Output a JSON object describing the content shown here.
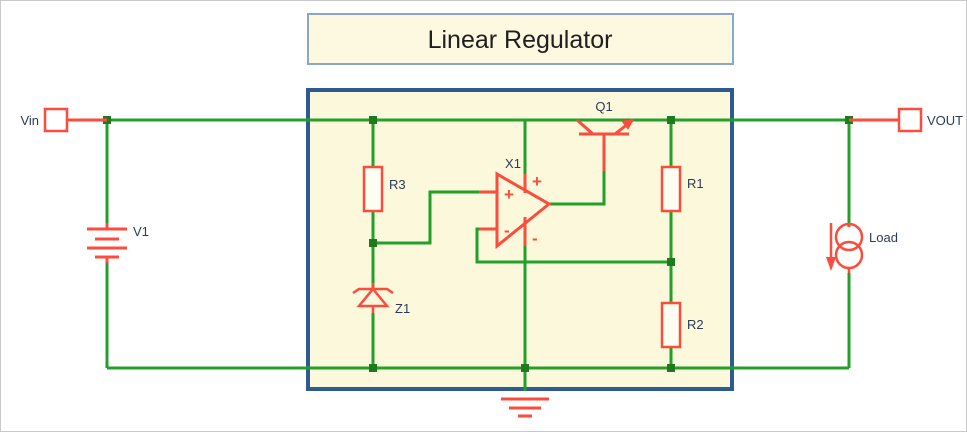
{
  "diagram": {
    "title": "Linear Regulator",
    "type": "circuit-schematic",
    "colors": {
      "wire": "#22a02a",
      "component": "#fa4d3d",
      "block_fill": "#fbf8dc",
      "block_border": "#2e5b8f",
      "title_fill": "#fdf8e0",
      "title_border": "#8aa6c8",
      "label_text": "#2b3a5c",
      "title_text": "#20201f",
      "page_border": "#c9c9c9",
      "node_dot": "#1f7a1f"
    }
  },
  "ports": {
    "input": {
      "label": "Vin"
    },
    "output": {
      "label": "VOUT"
    }
  },
  "components": [
    {
      "ref": "V1",
      "label": "V1",
      "kind": "battery"
    },
    {
      "ref": "R3",
      "label": "R3",
      "kind": "resistor"
    },
    {
      "ref": "Z1",
      "label": "Z1",
      "kind": "zener-diode"
    },
    {
      "ref": "X1",
      "label": "X1",
      "kind": "opamp"
    },
    {
      "ref": "Q1",
      "label": "Q1",
      "kind": "npn-transistor"
    },
    {
      "ref": "R1",
      "label": "R1",
      "kind": "resistor"
    },
    {
      "ref": "R2",
      "label": "R2",
      "kind": "resistor"
    },
    {
      "ref": "Load",
      "label": "Load",
      "kind": "current-source"
    }
  ],
  "opamp_pins": {
    "noninverting_input": "+",
    "inverting_input": "-",
    "positive_supply": "+",
    "negative_supply": "-"
  }
}
